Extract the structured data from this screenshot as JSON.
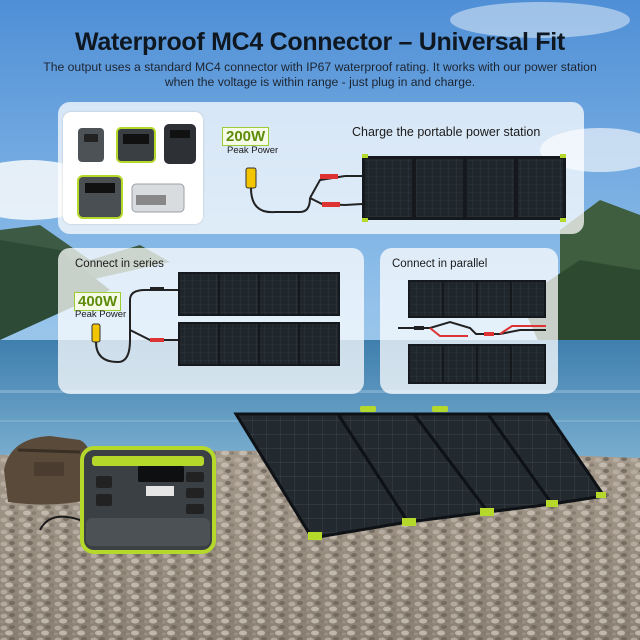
{
  "headline": "Waterproof MC4 Connector – Universal Fit",
  "description": "The output uses a standard MC4 connector with IP67 waterproof rating. It works with our power station when the voltage is within range - just plug in and charge.",
  "panels": {
    "top": {
      "label": "Charge the portable power station",
      "power_value": "200W",
      "power_caption": "Peak Power"
    },
    "series": {
      "label": "Connect in series",
      "power_value": "400W",
      "power_caption": "Peak Power"
    },
    "parallel": {
      "label": "Connect in parallel"
    }
  },
  "colors": {
    "accent": "#b5d92b",
    "title": "#0f1720",
    "panel_cells": "#1f262c"
  }
}
